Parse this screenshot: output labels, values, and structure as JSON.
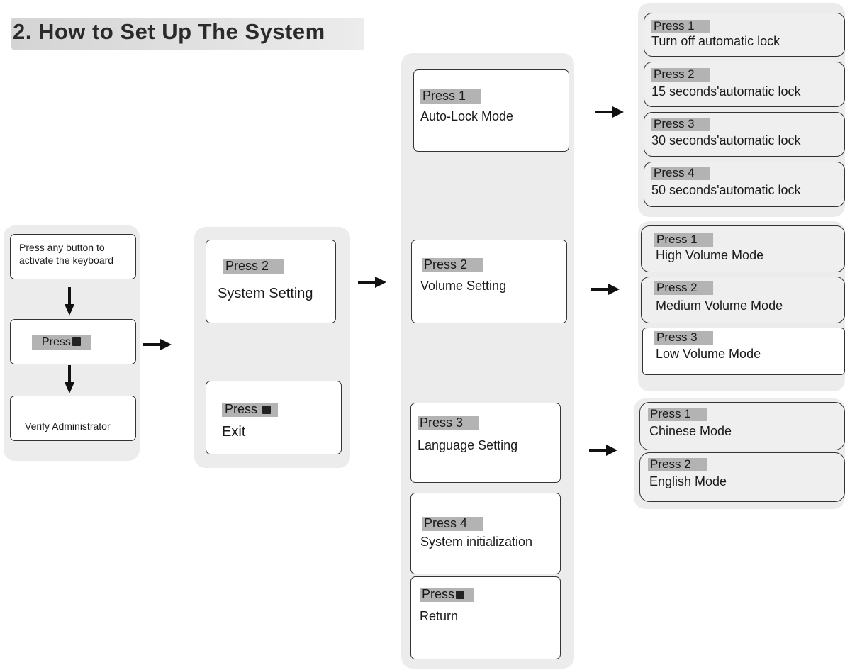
{
  "title": "2. How to Set Up The System",
  "col1": {
    "activate": "Press any button to activate the keyboard",
    "press_key": "Press",
    "verify": "Verify Administrator"
  },
  "col2": {
    "press2": "Press 2",
    "system_setting": "System Setting",
    "press_exit": "Press",
    "exit": "Exit"
  },
  "col3": {
    "items": [
      {
        "press": "Press 1",
        "label": "Auto-Lock Mode"
      },
      {
        "press": "Press 2",
        "label": "Volume Setting"
      },
      {
        "press": "Press 3",
        "label": "Language Setting"
      },
      {
        "press": "Press 4",
        "label": "System initialization"
      },
      {
        "press": "Press",
        "label": "Return"
      }
    ]
  },
  "autolock": [
    {
      "press": "Press 1",
      "label": "Turn off automatic lock"
    },
    {
      "press": "Press 2",
      "label": "15 seconds'automatic lock"
    },
    {
      "press": "Press 3",
      "label": "30 seconds'automatic lock"
    },
    {
      "press": "Press 4",
      "label": "50 seconds'automatic lock"
    }
  ],
  "volume": [
    {
      "press": "Press 1",
      "label": "High Volume Mode"
    },
    {
      "press": "Press 2",
      "label": "Medium Volume Mode"
    },
    {
      "press": "Press 3",
      "label": "Low Volume Mode"
    }
  ],
  "language": [
    {
      "press": "Press 1",
      "label": "Chinese Mode"
    },
    {
      "press": "Press 2",
      "label": "English Mode"
    }
  ],
  "icons": {
    "setting_key": "lock-key-icon",
    "exit_key": "cancel-key-icon"
  }
}
